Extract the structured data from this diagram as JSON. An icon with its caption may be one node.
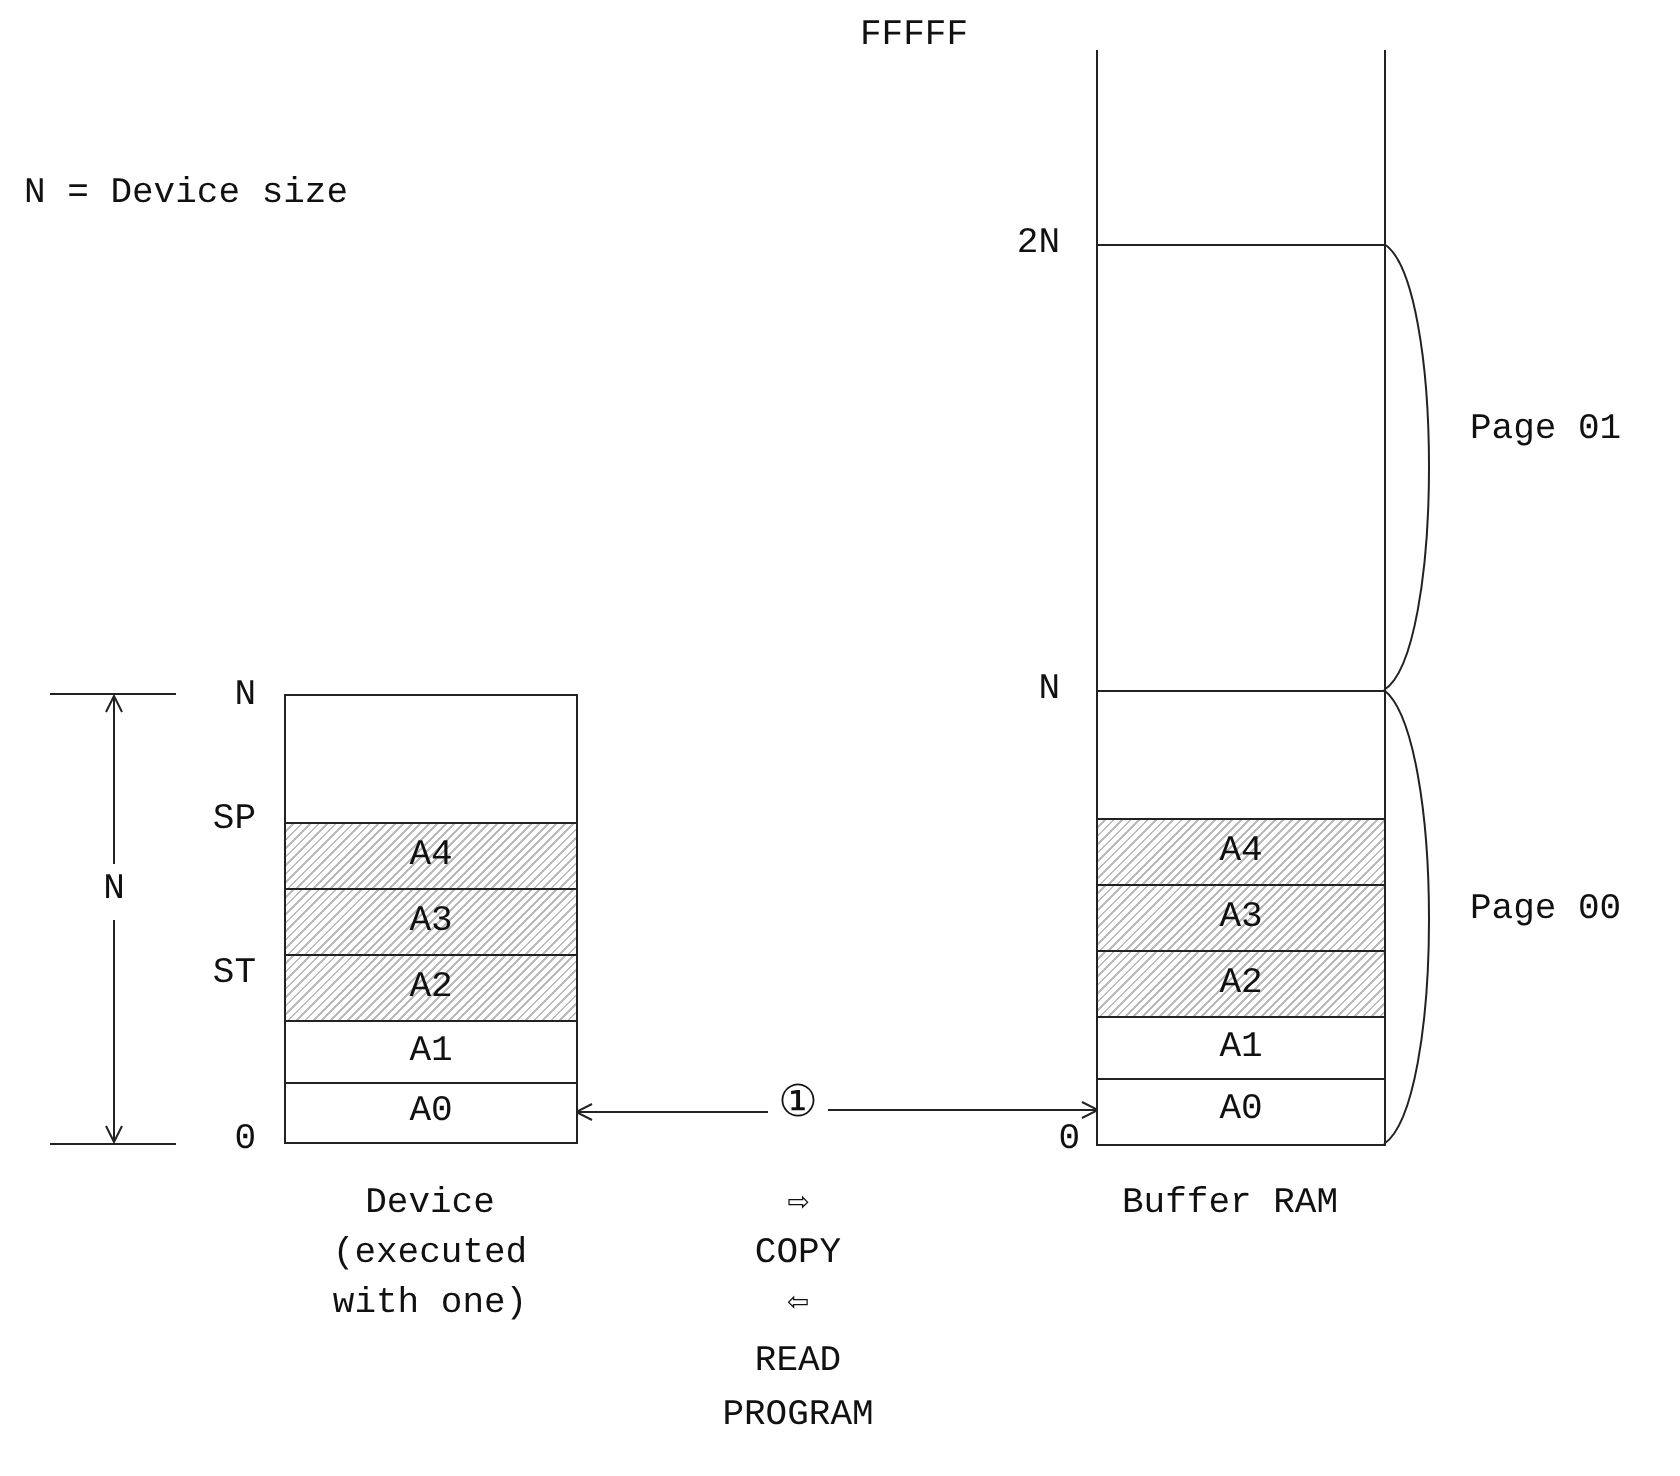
{
  "diagram": {
    "nodes": [
      {
        "text": [],
        "shape": "box",
        "beside": [
          "Device (executed with one)"
        ]
      },
      {
        "text": [
          "A4"
        ],
        "in": 0
      },
      {
        "text": [
          "A3"
        ],
        "in": 0
      },
      {
        "text": [
          "A2"
        ],
        "in": 0
      },
      {
        "text": [
          "A1"
        ],
        "in": 0
      },
      {
        "text": [
          "A0"
        ],
        "in": 0
      },
      {
        "text": [
          "①"
        ]
      },
      {
        "text": [],
        "shape": "box",
        "beside": [
          "Buffer RAM"
        ]
      },
      {
        "text": [
          "A4"
        ],
        "in": 7
      },
      {
        "text": [
          "A3"
        ],
        "in": 7
      },
      {
        "text": [
          "A2"
        ],
        "in": 7
      },
      {
        "text": [
          "A1"
        ],
        "in": 7
      },
      {
        "text": [
          "A0"
        ],
        "in": 7
      }
    ],
    "edges": [
      {
        "from": 6,
        "to": 5,
        "arrow": "to"
      },
      {
        "from": 6,
        "to": 12,
        "arrow": "to"
      }
    ],
    "labels": [
      "FFFFF",
      "N = Device size",
      "2N",
      "Page 01",
      "N",
      "N",
      "SP",
      "N",
      "Page 00",
      "ST",
      "0",
      "0",
      "⇨",
      "COPY",
      "⇦",
      "READ PROGRAM"
    ]
  }
}
